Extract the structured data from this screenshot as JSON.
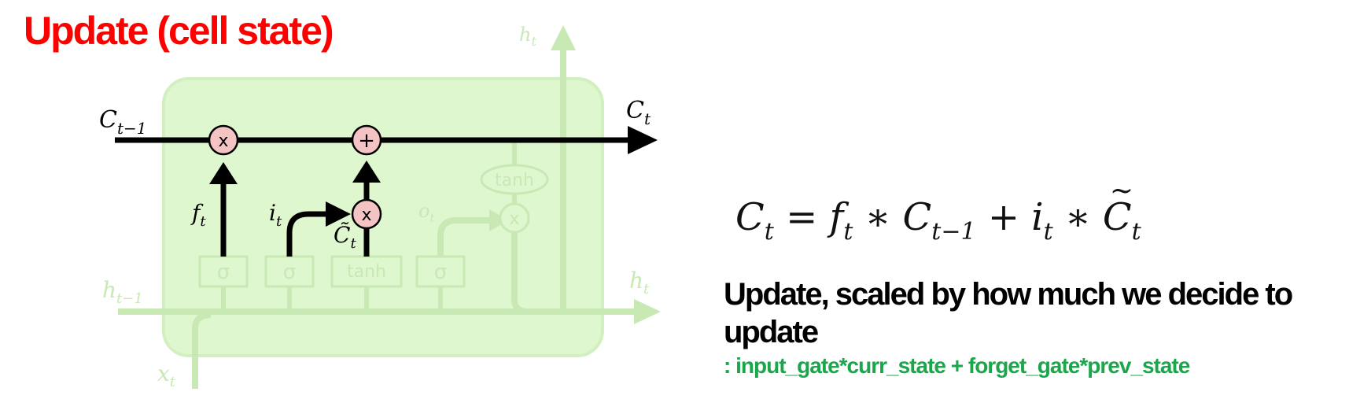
{
  "title": "Update (cell state)",
  "colors": {
    "title": "#ff0000",
    "formula": "#1aa64a",
    "cell_fill": "#dff7cf",
    "faded": "#c8e8b4",
    "op_fill": "#f4c4c4",
    "black": "#000000"
  },
  "diagram": {
    "labels": {
      "c_prev": "C",
      "c_prev_sub": "t−1",
      "c_t": "C",
      "c_t_sub": "t",
      "h_top": "h",
      "h_top_sub": "t",
      "h_right": "h",
      "h_right_sub": "t",
      "h_prev": "h",
      "h_prev_sub": "t−1",
      "x_t": "x",
      "x_t_sub": "t",
      "f_t": "f",
      "f_t_sub": "t",
      "i_t": "i",
      "i_t_sub": "t",
      "o_t": "o",
      "o_t_sub": "t",
      "c_tilde": "C̃",
      "c_tilde_sub": "t"
    },
    "ops": {
      "multiply": "x",
      "add": "+"
    },
    "gates": [
      "σ",
      "σ",
      "tanh",
      "σ"
    ],
    "tanh_out": "tanh"
  },
  "equation": {
    "lhs": "C",
    "lhs_sub": "t",
    "equals": "=",
    "f": "f",
    "f_sub": "t",
    "times1": "∗",
    "c_prev": "C",
    "c_prev_sub": "t−1",
    "plus": "+",
    "i": "i",
    "i_sub": "t",
    "times2": "∗",
    "c_tilde": "C",
    "c_tilde_sub": "t"
  },
  "description": "Update, scaled by how much we decide to update",
  "formula": ": input_gate*curr_state + forget_gate*prev_state"
}
